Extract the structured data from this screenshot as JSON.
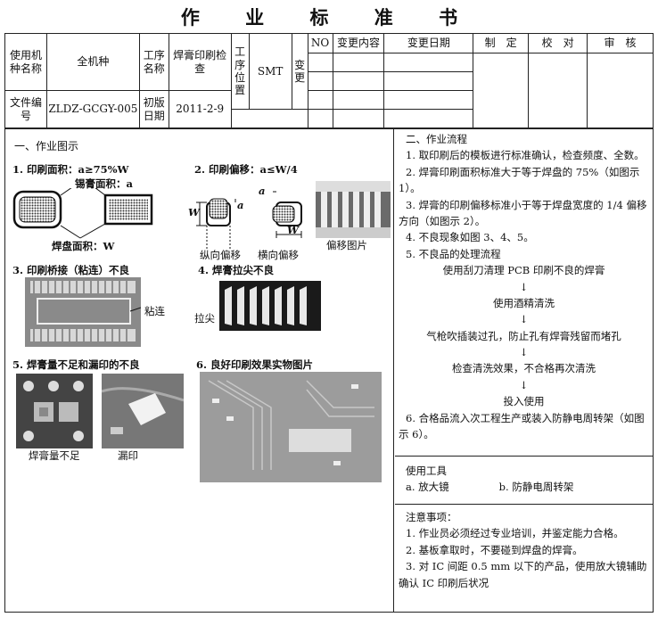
{
  "title": "作 业 标 准 书",
  "header": {
    "machine_label": "使用机种名称",
    "machine_value": "全机种",
    "process_label": "工序名称",
    "process_value": "焊膏印刷检查",
    "position_label": "工序位置",
    "position_value": "SMT",
    "change_label": "变更",
    "no_label": "NO",
    "change_content_label": "变更内容",
    "change_date_label": "变更日期",
    "make_label": "制　定",
    "check_label": "校　对",
    "review_label": "审　核",
    "doc_label": "文件编号",
    "doc_value": "ZLDZ-GCGY-005",
    "first_label": "初版日期",
    "first_value": "2011-2-9"
  },
  "left": {
    "section_title": "一、作业图示",
    "fig1_title": "1. 印刷面积：a≥75%W",
    "fig1_solder": "锡膏面积：a",
    "fig1_pad": "焊盘面积：W",
    "fig2_title": "2. 印刷偏移：a≤W/4",
    "fig2_a": "a",
    "fig2_w": "W",
    "fig2_vertical": "纵向偏移",
    "fig2_horizontal": "横向偏移",
    "fig2_photo": "偏移图片",
    "fig3_title": "3. 印刷桥接（粘连）不良",
    "fig3_label": "粘连",
    "fig4_title": "4. 焊膏拉尖不良",
    "fig4_label": "拉尖",
    "fig5_title": "5. 焊膏量不足和漏印的不良",
    "fig5_insufficient": "焊膏量不足",
    "fig5_missing": "漏印",
    "fig6_title": "6. 良好印刷效果实物图片"
  },
  "right": {
    "flow_title": "二、作业流程",
    "flow_1": "1. 取印刷后的模板进行标准确认，检查频度、全数。",
    "flow_2": "2. 焊膏印刷面积标准大于等于焊盘的 75%（如图示 1）。",
    "flow_3": "3. 焊膏的印刷偏移标准小于等于焊盘宽度的 1/4 偏移方向（如图示 2）。",
    "flow_4": "4. 不良现象如图 3、4、5。",
    "flow_5": "5. 不良品的处理流程",
    "step_1": "使用刮刀清理 PCB 印刷不良的焊膏",
    "step_2": "使用酒精清洗",
    "step_3": "气枪吹插装过孔，防止孔有焊膏残留而堵孔",
    "step_4": "检查清洗效果，不合格再次清洗",
    "step_5": "投入使用",
    "arrow": "↓",
    "flow_6": "6. 合格品流入次工程生产或装入防静电周转架（如图示 6）。",
    "tools_title": "使用工具",
    "tool_a": "a. 放大镜",
    "tool_b": "b. 防静电周转架",
    "notes_title": "注意事项：",
    "note_1": "1. 作业员必须经过专业培训，并鉴定能力合格。",
    "note_2": "2. 基板拿取时，不要碰到焊盘的焊膏。",
    "note_3": "3. 对 IC 间距 0.5 mm 以下的产品，使用放大镜辅助确认 IC 印刷后状况"
  }
}
